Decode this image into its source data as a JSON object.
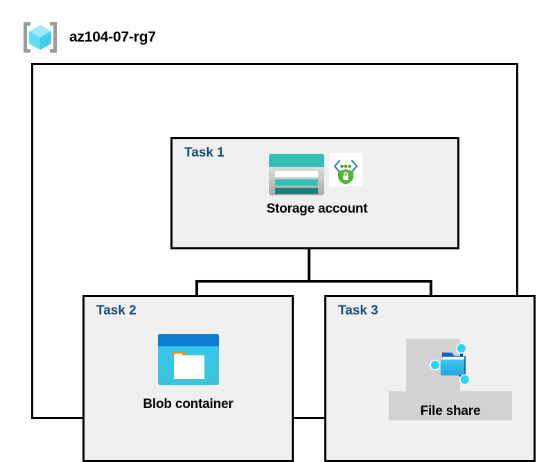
{
  "header": {
    "icon": "resource-group-cube-icon",
    "title": "az104-07-rg7"
  },
  "diagram": {
    "type": "azure-architecture-diagram",
    "container_label": "az104-07-rg7",
    "colors": {
      "panel_background": "#f0f0f0",
      "page_background": "#ffffff",
      "border": "#000000",
      "task_label": "#154c77",
      "highlight_block": "#d2d2d2",
      "storage_teal": "#35bfb4",
      "storage_teal_dark": "#2a8c84",
      "blob_blue": "#0f7cd2",
      "blob_cyan": "#32c8f0",
      "blob_orange": "#ef8f28",
      "fileshare_cyan": "#32c8f0",
      "shield_green": "#54b435",
      "cube_cyan": "#5fdcf8"
    },
    "tasks": [
      {
        "id": "task1",
        "label": "Task 1",
        "node": {
          "caption": "Storage account",
          "icons": [
            "storage-account-icon",
            "secure-endpoint-shield-lock-icon"
          ],
          "highlighted": false
        }
      },
      {
        "id": "task2",
        "label": "Task 2",
        "node": {
          "caption": "Blob container",
          "icons": [
            "blob-container-icon"
          ],
          "highlighted": false
        }
      },
      {
        "id": "task3",
        "label": "Task 3",
        "node": {
          "caption": "File share",
          "icons": [
            "file-share-icon"
          ],
          "highlighted": true
        }
      }
    ],
    "connections": [
      {
        "from": "Storage account",
        "to": "Blob container"
      },
      {
        "from": "Storage account",
        "to": "File share"
      }
    ]
  }
}
